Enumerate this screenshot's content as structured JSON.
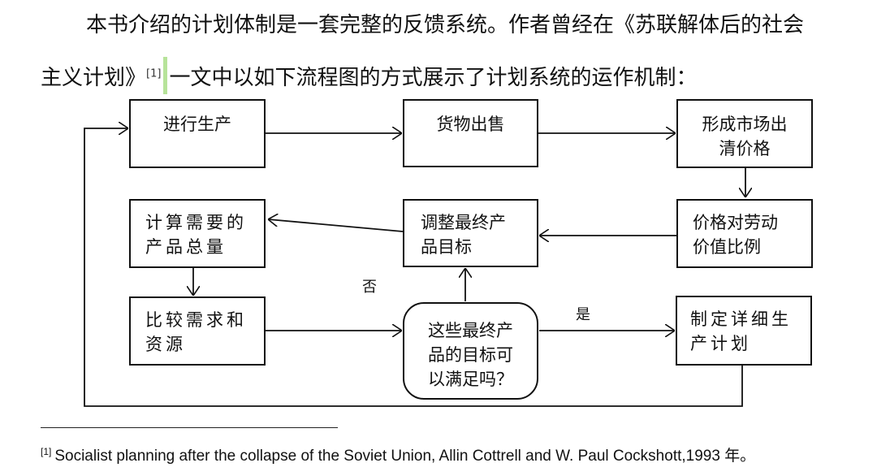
{
  "paragraph": {
    "line1": "本书介绍的计划体制是一套完整的反馈系统。作者曾经在《苏联解体后的社会",
    "line2_a": "主义计划》",
    "ref_mark": "[1]",
    "line2_b": "一文中以如下流程图的方式展示了计划系统的运作机制："
  },
  "flowchart": {
    "produce": "进行生产",
    "sell": "货物出售",
    "market_price": "形成市场出\n清价格",
    "price_labor": "价格对劳动\n价值比例",
    "adjust": "调整最终产\n品目标",
    "calculate": "计算需要的\n产品总量",
    "compare": "比较需求和\n资源",
    "decision": "这些最终产\n品的目标可\n以满足吗？",
    "detail_plan": "制定详细生\n产计划",
    "no_label": "否",
    "yes_label": "是"
  },
  "footnote": {
    "mark": "[1]",
    "text": "Socialist planning after the collapse of the Soviet Union, Allin Cottrell and W. Paul Cockshott,1993 年。"
  }
}
